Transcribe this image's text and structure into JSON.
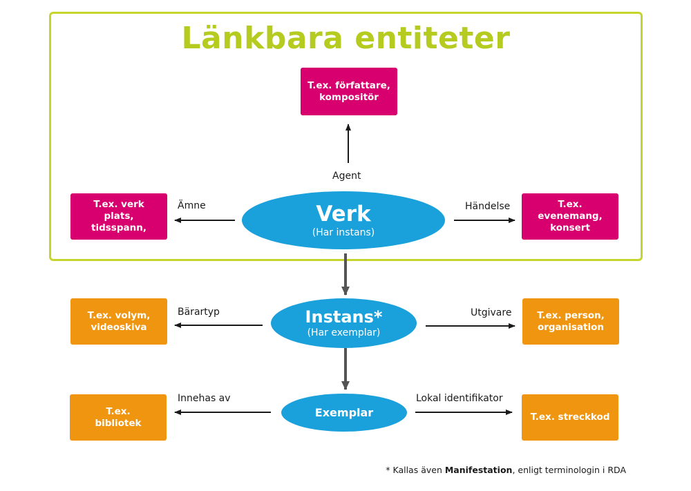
{
  "title": "Länkbara entiteter",
  "boxes": {
    "agent_example": "T.ex. författare,\nkompositör",
    "subject_example": "T.ex. verk\nplats, tidsspann,",
    "event_example": "T.ex. evenemang,\nkonsert",
    "carrier_example": "T.ex. volym,\nvideoskiva",
    "publisher_example": "T.ex. person,\norganisation",
    "holder_example": "T.ex.\nbibliotek",
    "identifier_example": "T.ex. streckkod"
  },
  "ellipses": {
    "verk": {
      "title": "Verk",
      "sub": "(Har instans)"
    },
    "instans": {
      "title": "Instans*",
      "sub": "(Har exemplar)"
    },
    "exemplar": {
      "title": "Exemplar"
    }
  },
  "relations": {
    "agent": "Agent",
    "amne": "Ämne",
    "handelse": "Händelse",
    "barartyp": "Bärartyp",
    "utgivare": "Utgivare",
    "innehas_av": "Innehas av",
    "lokal_identifikator": "Lokal identifikator"
  },
  "footnote": {
    "prefix": "* Kallas även ",
    "bold": "Manifestation",
    "suffix": ", enligt terminologin i RDA"
  },
  "colors": {
    "frame": "#c5d52b",
    "title": "#b6cb1f",
    "magenta": "#d8006f",
    "orange": "#f0950f",
    "blue": "#1aa1dc"
  }
}
